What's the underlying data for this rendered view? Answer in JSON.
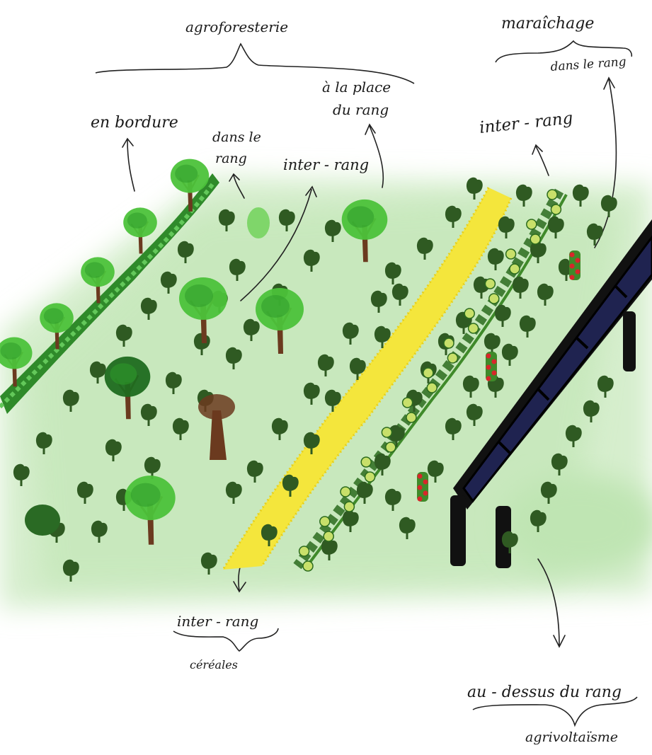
{
  "labels": {
    "agroforesterie": "agroforesterie",
    "maraichage": "maraîchage",
    "dans_le_rang_maraichage": "dans le rang",
    "en_bordure": "en bordure",
    "dans_le_rang_agro": "dans le rang",
    "inter_rang_agro": "inter - rang",
    "a_la_place_du_rang": "à la place du rang",
    "inter_rang_maraichage": "inter - rang",
    "inter_rang_cereales": "inter - rang",
    "cereales": "céréales",
    "au_dessus_du_rang": "au - dessus du rang",
    "agrivoltaisme": "agrivoltaïsme"
  },
  "colors": {
    "grass": "#cfe9c4",
    "tree_light": "#4cc23a",
    "tree_dark": "#1f6b1f",
    "crop": "#2f5a22",
    "trunk": "#6b3a1f",
    "cereal": "#f2e33a",
    "vine": "#2c6b1e",
    "melon": "#c8e06a",
    "tomato": "#d8262a",
    "panel": "#1f2350",
    "frame": "#111111"
  }
}
